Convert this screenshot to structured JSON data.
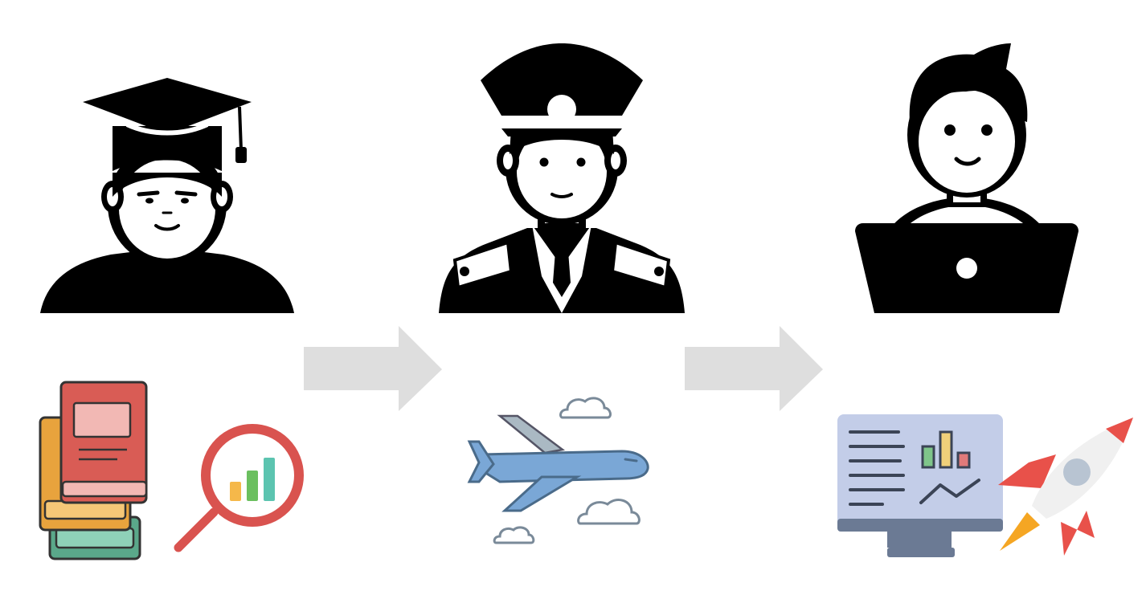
{
  "stages": [
    {
      "person_icon": "graduate-student-icon",
      "item_icons": [
        "books-stack-icon",
        "magnifier-chart-icon"
      ]
    },
    {
      "person_icon": "pilot-icon",
      "item_icons": [
        "airplane-icon",
        "cloud-icon",
        "cloud-icon",
        "cloud-icon"
      ]
    },
    {
      "person_icon": "person-with-laptop-icon",
      "item_icons": [
        "dashboard-monitor-icon",
        "rocket-icon"
      ]
    }
  ],
  "arrows": [
    {
      "from_stage": 1,
      "to_stage": 2,
      "icon": "right-arrow-icon"
    },
    {
      "from_stage": 2,
      "to_stage": 3,
      "icon": "right-arrow-icon"
    }
  ],
  "colors": {
    "silhouette": "#000000",
    "arrow": "#dedede",
    "book_red": "#d95c55",
    "book_orange": "#e8a33d",
    "book_green": "#5aa88a",
    "magnifier": "#d9534f",
    "airplane": "#7aa7d6",
    "airplane_tail": "#aab9c3",
    "monitor_screen": "#c3cde8",
    "monitor_frame": "#6b7a94",
    "rocket_red": "#e8514a",
    "rocket_body": "#f0f0f0",
    "rocket_flame": "#f5a623"
  }
}
